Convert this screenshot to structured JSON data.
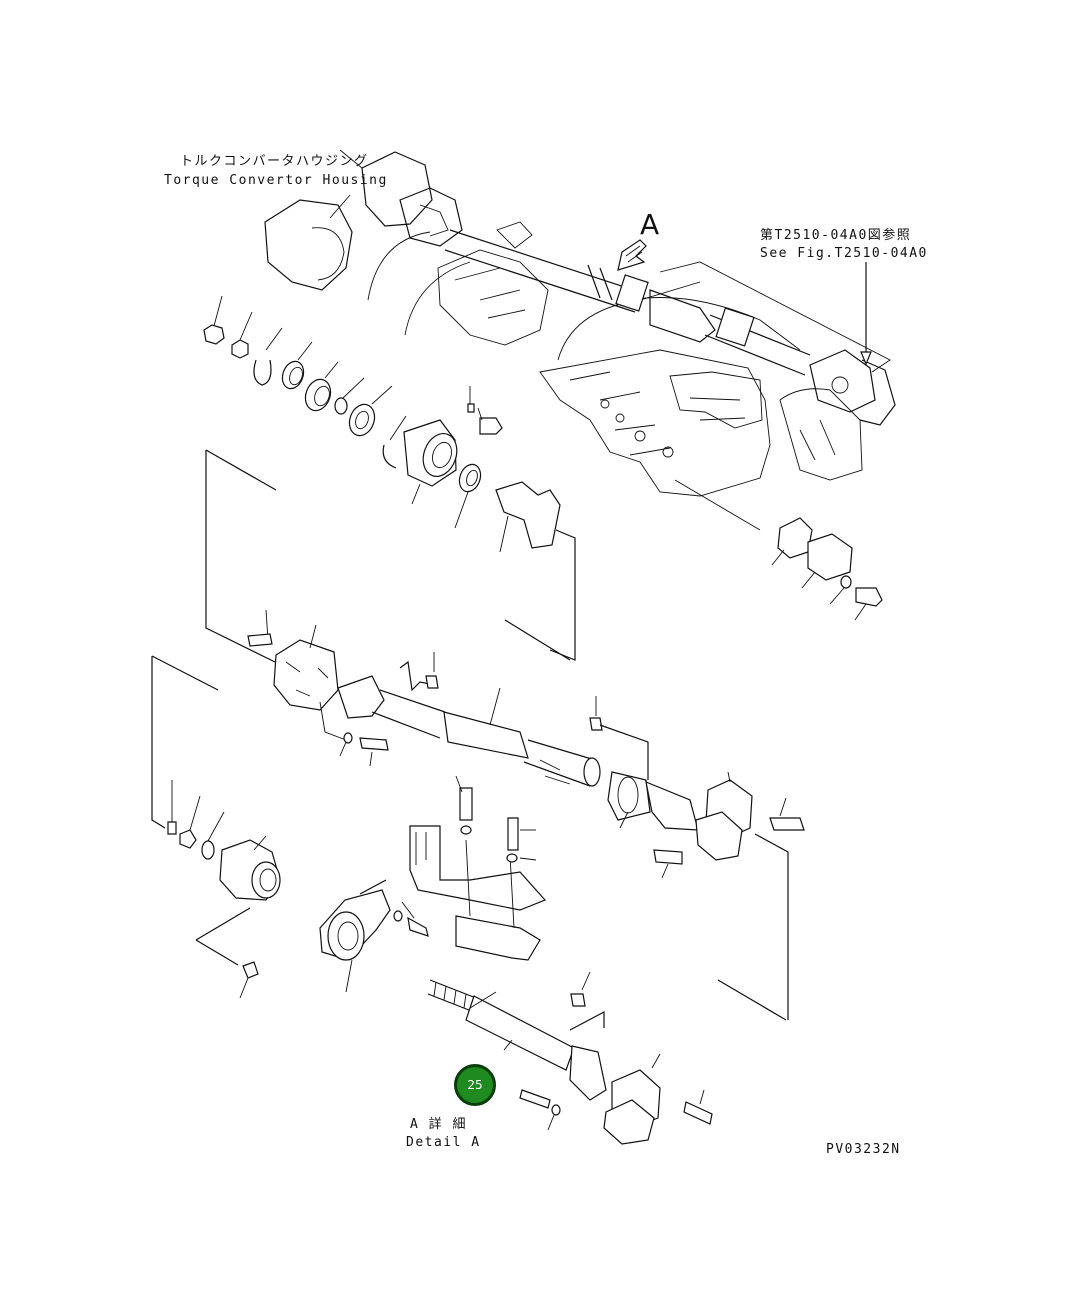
{
  "labels": {
    "housing_jp": "トルクコンバータハウジング",
    "housing_en": "Torque Convertor Housing",
    "ref_jp": "第T2510-04A0図参照",
    "ref_en": "See Fig.T2510-04A0",
    "view_letter": "A",
    "detail_jp": "A 詳 細",
    "detail_en": "Detail A",
    "drawing_no": "PV03232N"
  },
  "callouts": [
    {
      "number": "25",
      "color": "#1f8a1f"
    }
  ]
}
